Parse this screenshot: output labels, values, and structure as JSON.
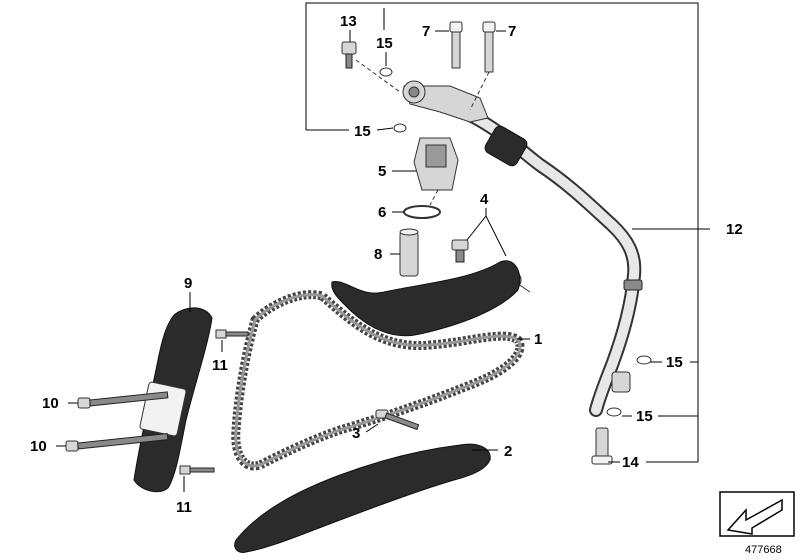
{
  "diagram": {
    "callouts": {
      "c1": "1",
      "c2": "2",
      "c3": "3",
      "c4": "4",
      "c5": "5",
      "c6": "6",
      "c7a": "7",
      "c7b": "7",
      "c8": "8",
      "c9": "9",
      "c10a": "10",
      "c10b": "10",
      "c11a": "11",
      "c11b": "11",
      "c12": "12",
      "c13": "13",
      "c14": "14",
      "c15a": "15",
      "c15b": "15",
      "c15c": "15",
      "c15d": "15"
    },
    "reference_number": "477668"
  }
}
